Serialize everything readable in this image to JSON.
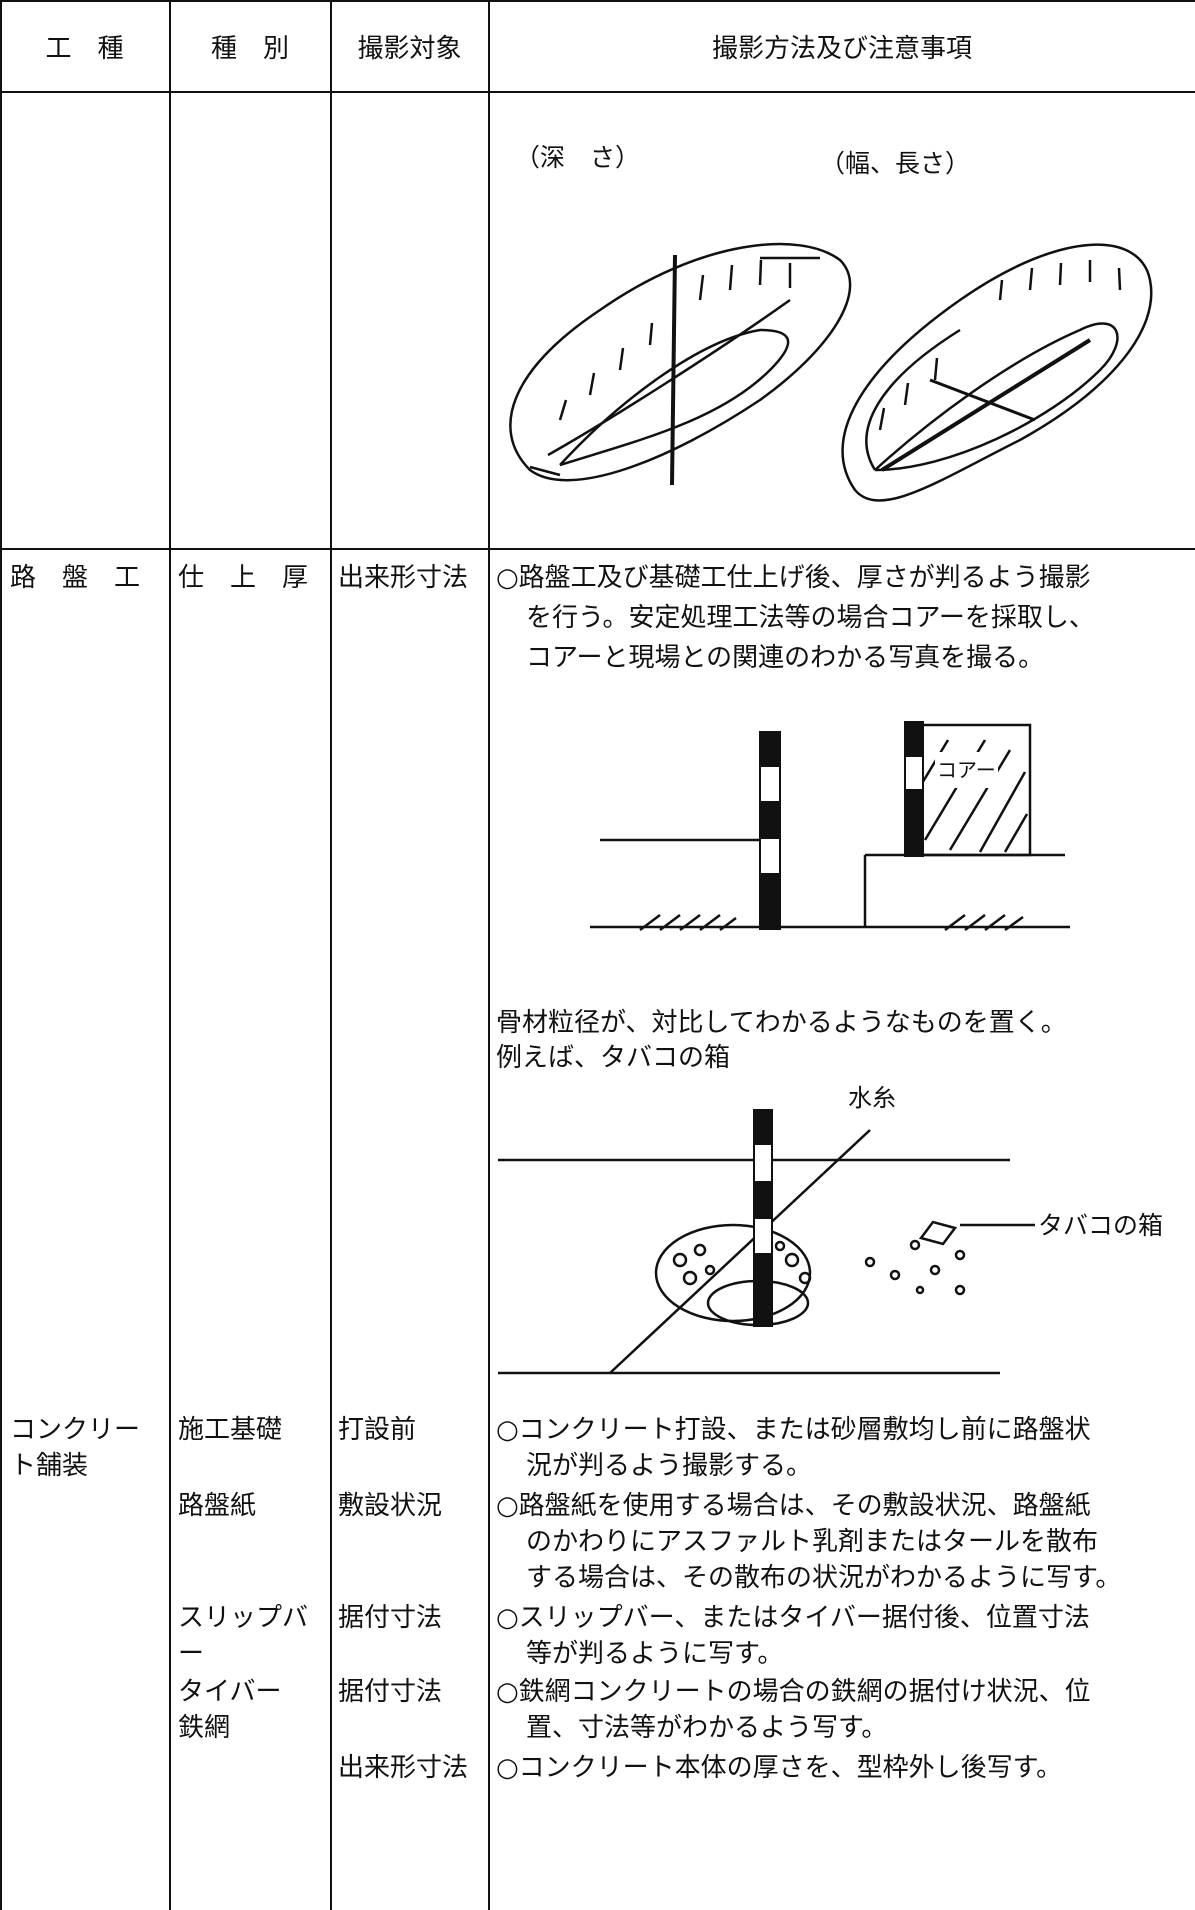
{
  "header": {
    "col1": "工　種",
    "col2": "種　別",
    "col3": "撮影対象",
    "col4": "撮影方法及び注意事項"
  },
  "figure1": {
    "label_depth": "（深　さ）",
    "label_width_length": "（幅、長さ）"
  },
  "roadbed": {
    "work_type": "路　盤　工",
    "category": "仕　上　厚",
    "target": "出来形寸法",
    "note_lines": [
      "○路盤工及び基礎工仕上げ後、厚さが判るよう撮影",
      "を行う。安定処理工法等の場合コアーを採取し、",
      "コアーと現場との関連のわかる写真を撮る。"
    ],
    "figure2_label": "コアー",
    "aggregate_lines": [
      "骨材粒径が、対比してわかるようなものを置く。",
      "例えば、タバコの箱"
    ],
    "figure3_label_string": "水糸",
    "figure3_label_box": "タバコの箱"
  },
  "concrete": {
    "work_type_lines": [
      "コンクリー",
      "ト舗装"
    ],
    "rows": [
      {
        "category": [
          "施工基礎"
        ],
        "target": "打設前",
        "notes": [
          "○コンクリート打設、または砂層敷均し前に路盤状",
          "況が判るよう撮影する。"
        ]
      },
      {
        "category": [
          "路盤紙"
        ],
        "target": "敷設状況",
        "notes": [
          "○路盤紙を使用する場合は、その敷設状況、路盤紙",
          "のかわりにアスファルト乳剤またはタールを散布",
          "する場合は、その散布の状況がわかるように写す。"
        ]
      },
      {
        "category": [
          "スリップバ",
          "ー"
        ],
        "target": "据付寸法",
        "notes": [
          "○スリップバー、またはタイバー据付後、位置寸法",
          "等が判るように写す。"
        ]
      },
      {
        "category": [
          "タイバー",
          "鉄網"
        ],
        "target": "据付寸法",
        "notes": [
          "○鉄網コンクリートの場合の鉄網の据付け状況、位",
          "置、寸法等がわかるよう写す。"
        ]
      },
      {
        "category": [],
        "target": "出来形寸法",
        "notes": [
          "○コンクリート本体の厚さを、型枠外し後写す。"
        ]
      }
    ]
  }
}
